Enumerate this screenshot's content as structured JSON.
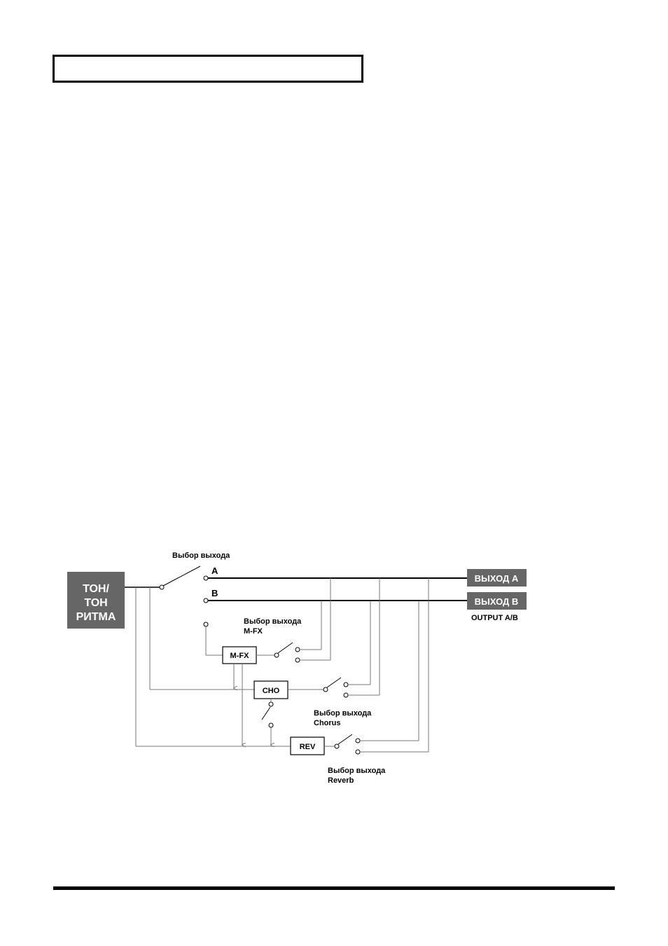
{
  "header": {
    "title": ""
  },
  "diagram": {
    "source_label": [
      "ТОН/",
      "ТОН",
      "РИТМА"
    ],
    "output_select_label": "Выбор выхода",
    "bus_a_label": "A",
    "bus_b_label": "B",
    "output_a_label": "ВЫХОД A",
    "output_b_label": "ВЫХОД B",
    "output_ab_label": "OUTPUT A/B",
    "mfx_label": "M-FX",
    "cho_label": "CHO",
    "rev_label": "REV",
    "mfx_output_select": [
      "Выбор выхода",
      "M-FX"
    ],
    "chorus_output_select": [
      "Выбор выхода",
      "Chorus"
    ],
    "reverb_output_select": [
      "Выбор выхода",
      "Reverb"
    ],
    "colors": {
      "source_fill": "#666666",
      "output_fill": "#666666",
      "label_text_on_dark": "#ffffff",
      "line_thin": "#777777",
      "line_bus": "#000000"
    }
  }
}
